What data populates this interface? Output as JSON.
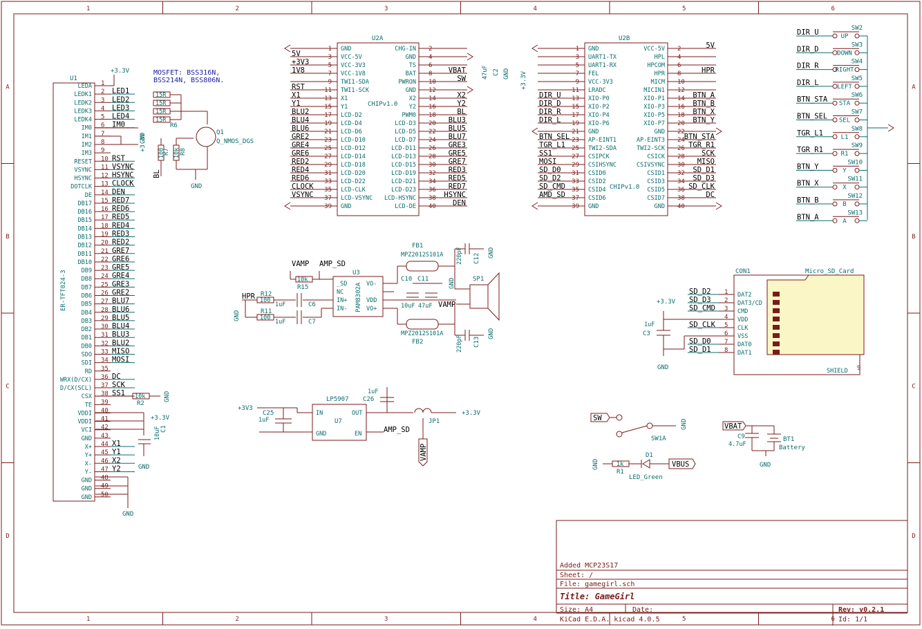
{
  "title_block": {
    "note": "Added MCP23S17",
    "sheet": "Sheet: /",
    "file": "File: gamegirl.sch",
    "title": "Title: GameGirl",
    "size": "Size: A4",
    "date": "Date:",
    "rev": "Rev: v0.2.1",
    "tool": "KiCad E.D.A.  kicad 4.0.5",
    "id": "Id: 1/1"
  },
  "border": {
    "cols": [
      "1",
      "2",
      "3",
      "4",
      "5",
      "6"
    ],
    "rows": [
      "A",
      "B",
      "C",
      "D"
    ]
  },
  "mosfet_note": [
    "MOSFET: BSS316N,",
    "BSS214N, BSS806N."
  ],
  "u1": {
    "ref": "U1",
    "value": "ER-TFT024-3",
    "pins": [
      {
        "n": "1",
        "name": "LEDA",
        "net": ""
      },
      {
        "n": "2",
        "name": "LEDK1",
        "net": "LED1"
      },
      {
        "n": "3",
        "name": "LEDK2",
        "net": "LED2"
      },
      {
        "n": "4",
        "name": "LEDK3",
        "net": "LED3"
      },
      {
        "n": "5",
        "name": "LEDK4",
        "net": "LED4"
      },
      {
        "n": "6",
        "name": "IM0",
        "net": "IM0"
      },
      {
        "n": "7",
        "name": "IM1",
        "net": ""
      },
      {
        "n": "8",
        "name": "IM2",
        "net": ""
      },
      {
        "n": "9",
        "name": "IM3",
        "net": ""
      },
      {
        "n": "10",
        "name": "RESET",
        "net": "RST"
      },
      {
        "n": "11",
        "name": "VSYNC",
        "net": "VSYNC"
      },
      {
        "n": "12",
        "name": "HSYNC",
        "net": "HSYNC"
      },
      {
        "n": "13",
        "name": "DOTCLK",
        "net": "CLOCK"
      },
      {
        "n": "14",
        "name": "DE",
        "net": "DEN"
      },
      {
        "n": "15",
        "name": "DB17",
        "net": "RED7"
      },
      {
        "n": "16",
        "name": "DB16",
        "net": "RED6"
      },
      {
        "n": "17",
        "name": "DB15",
        "net": "RED5"
      },
      {
        "n": "18",
        "name": "DB14",
        "net": "RED4"
      },
      {
        "n": "19",
        "name": "DB13",
        "net": "RED3"
      },
      {
        "n": "20",
        "name": "DB12",
        "net": "RED2"
      },
      {
        "n": "21",
        "name": "DB11",
        "net": "GRE7"
      },
      {
        "n": "22",
        "name": "DB10",
        "net": "GRE6"
      },
      {
        "n": "23",
        "name": "DB9",
        "net": "GRE5"
      },
      {
        "n": "24",
        "name": "DB8",
        "net": "GRE4"
      },
      {
        "n": "25",
        "name": "DB7",
        "net": "GRE3"
      },
      {
        "n": "26",
        "name": "DB6",
        "net": "GRE2"
      },
      {
        "n": "27",
        "name": "DB5",
        "net": "BLU7"
      },
      {
        "n": "28",
        "name": "DB4",
        "net": "BLU6"
      },
      {
        "n": "29",
        "name": "DB3",
        "net": "BLU5"
      },
      {
        "n": "30",
        "name": "DB2",
        "net": "BLU4"
      },
      {
        "n": "31",
        "name": "DB1",
        "net": "BLU3"
      },
      {
        "n": "32",
        "name": "DB0",
        "net": "BLU2"
      },
      {
        "n": "33",
        "name": "SDO",
        "net": "MISO"
      },
      {
        "n": "34",
        "name": "SDI",
        "net": "MOSI"
      },
      {
        "n": "35",
        "name": "RD",
        "net": ""
      },
      {
        "n": "36",
        "name": "WRX(D/CX)",
        "net": "DC"
      },
      {
        "n": "37",
        "name": "D/CX(SCL)",
        "net": "SCK"
      },
      {
        "n": "38",
        "name": "CSX",
        "net": "SS1"
      },
      {
        "n": "39",
        "name": "TE",
        "net": ""
      },
      {
        "n": "40",
        "name": "VDDI",
        "net": ""
      },
      {
        "n": "41",
        "name": "VDDI",
        "net": ""
      },
      {
        "n": "42",
        "name": "VCI",
        "net": ""
      },
      {
        "n": "43",
        "name": "GND",
        "net": ""
      },
      {
        "n": "44",
        "name": "X+",
        "net": "X1"
      },
      {
        "n": "45",
        "name": "Y+",
        "net": "Y1"
      },
      {
        "n": "46",
        "name": "X-",
        "net": "X2"
      },
      {
        "n": "47",
        "name": "Y-",
        "net": "Y2"
      },
      {
        "n": "48",
        "name": "GND",
        "net": ""
      },
      {
        "n": "49",
        "name": "GND",
        "net": ""
      },
      {
        "n": "50",
        "name": "GND",
        "net": ""
      }
    ]
  },
  "u2a": {
    "ref": "U2A",
    "value": "CHIPv1.0",
    "left": [
      {
        "n": "1",
        "name": "GND",
        "net": ""
      },
      {
        "n": "3",
        "name": "VCC-5V",
        "net": "5V"
      },
      {
        "n": "5",
        "name": "VCC-3V3",
        "net": "+3V3"
      },
      {
        "n": "7",
        "name": "VCC-1V8",
        "net": "1V8"
      },
      {
        "n": "9",
        "name": "TWI1-SDA",
        "net": ""
      },
      {
        "n": "11",
        "name": "TWI1-SCK",
        "net": "RST"
      },
      {
        "n": "13",
        "name": "X1",
        "net": "X1"
      },
      {
        "n": "15",
        "name": "Y1",
        "net": "Y1"
      },
      {
        "n": "17",
        "name": "LCD-D2",
        "net": "BLU2"
      },
      {
        "n": "19",
        "name": "LCD-D4",
        "net": "BLU4"
      },
      {
        "n": "21",
        "name": "LCD-D6",
        "net": "BLU6"
      },
      {
        "n": "23",
        "name": "LCD-D10",
        "net": "GRE2"
      },
      {
        "n": "25",
        "name": "LCD-D12",
        "net": "GRE4"
      },
      {
        "n": "27",
        "name": "LCD-D14",
        "net": "GRE6"
      },
      {
        "n": "29",
        "name": "LCD-D18",
        "net": "RED2"
      },
      {
        "n": "31",
        "name": "LCD-D20",
        "net": "RED4"
      },
      {
        "n": "33",
        "name": "LCD-D22",
        "net": "RED6"
      },
      {
        "n": "35",
        "name": "LCD-CLK",
        "net": "CLOCK"
      },
      {
        "n": "37",
        "name": "LCD-VSYNC",
        "net": "VSYNC"
      },
      {
        "n": "39",
        "name": "GND",
        "net": ""
      }
    ],
    "right": [
      {
        "n": "2",
        "name": "CHG-IN",
        "net": ""
      },
      {
        "n": "4",
        "name": "GND",
        "net": ""
      },
      {
        "n": "6",
        "name": "TS",
        "net": ""
      },
      {
        "n": "8",
        "name": "BAT",
        "net": "VBAT"
      },
      {
        "n": "10",
        "name": "PWRON",
        "net": "SW"
      },
      {
        "n": "12",
        "name": "GND",
        "net": ""
      },
      {
        "n": "14",
        "name": "X2",
        "net": "X2"
      },
      {
        "n": "16",
        "name": "Y2",
        "net": "Y2"
      },
      {
        "n": "18",
        "name": "PWM0",
        "net": "BL"
      },
      {
        "n": "20",
        "name": "LCD-D3",
        "net": "BLU3"
      },
      {
        "n": "22",
        "name": "LCD-D5",
        "net": "BLU5"
      },
      {
        "n": "24",
        "name": "LCD-D7",
        "net": "BLU7"
      },
      {
        "n": "26",
        "name": "LCD-D11",
        "net": "GRE3"
      },
      {
        "n": "28",
        "name": "LCD-D13",
        "net": "GRE5"
      },
      {
        "n": "30",
        "name": "LCD-D15",
        "net": "GRE7"
      },
      {
        "n": "32",
        "name": "LCD-D19",
        "net": "RED3"
      },
      {
        "n": "34",
        "name": "LCD-D21",
        "net": "RED5"
      },
      {
        "n": "36",
        "name": "LCD-D23",
        "net": "RED7"
      },
      {
        "n": "38",
        "name": "LCD-HSYNC",
        "net": "HSYNC"
      },
      {
        "n": "40",
        "name": "LCD-DE",
        "net": "DEN"
      }
    ]
  },
  "u2b": {
    "ref": "U2B",
    "value": "CHIPv1.0",
    "left": [
      {
        "n": "1",
        "name": "GND",
        "net": ""
      },
      {
        "n": "3",
        "name": "UART1-TX",
        "net": ""
      },
      {
        "n": "5",
        "name": "UART1-RX",
        "net": ""
      },
      {
        "n": "7",
        "name": "FEL",
        "net": ""
      },
      {
        "n": "9",
        "name": "VCC-3V3",
        "net": ""
      },
      {
        "n": "11",
        "name": "LRADC",
        "net": ""
      },
      {
        "n": "13",
        "name": "XIO-P0",
        "net": "DIR_U"
      },
      {
        "n": "15",
        "name": "XIO-P2",
        "net": "DIR_D"
      },
      {
        "n": "17",
        "name": "XIO-P4",
        "net": "DIR_R"
      },
      {
        "n": "19",
        "name": "XIO-P6",
        "net": "DIR_L"
      },
      {
        "n": "21",
        "name": "GND",
        "net": ""
      },
      {
        "n": "23",
        "name": "AP-EINT1",
        "net": "BTN_SEL"
      },
      {
        "n": "25",
        "name": "TWI2-SDA",
        "net": "TGR_L1"
      },
      {
        "n": "27",
        "name": "CSIPCK",
        "net": "SS1"
      },
      {
        "n": "29",
        "name": "CSIHSYNC",
        "net": "MOSI"
      },
      {
        "n": "31",
        "name": "CSID0",
        "net": "SD_D0"
      },
      {
        "n": "33",
        "name": "CSID2",
        "net": "SD_D2"
      },
      {
        "n": "35",
        "name": "CSID4",
        "net": "SD_CMD"
      },
      {
        "n": "37",
        "name": "CSID6",
        "net": "AMD_SD"
      },
      {
        "n": "39",
        "name": "GND",
        "net": ""
      }
    ],
    "right": [
      {
        "n": "2",
        "name": "VCC-5V",
        "net": "5V"
      },
      {
        "n": "4",
        "name": "HPL",
        "net": ""
      },
      {
        "n": "6",
        "name": "HPCOM",
        "net": ""
      },
      {
        "n": "8",
        "name": "HPR",
        "net": "HPR"
      },
      {
        "n": "10",
        "name": "MICM",
        "net": ""
      },
      {
        "n": "12",
        "name": "MICIN1",
        "net": ""
      },
      {
        "n": "14",
        "name": "XIO-P1",
        "net": "BTN_A"
      },
      {
        "n": "16",
        "name": "XIO-P3",
        "net": "BTN_B"
      },
      {
        "n": "18",
        "name": "XIO-P5",
        "net": "BTN_X"
      },
      {
        "n": "20",
        "name": "XIO-P7",
        "net": "BTN_Y"
      },
      {
        "n": "22",
        "name": "GND",
        "net": ""
      },
      {
        "n": "24",
        "name": "AP-EINT3",
        "net": "BTN_STA"
      },
      {
        "n": "26",
        "name": "TWI2-SCK",
        "net": "TGR_R1"
      },
      {
        "n": "28",
        "name": "CSICK",
        "net": "SCK"
      },
      {
        "n": "30",
        "name": "CSIVSYNC",
        "net": "MISO"
      },
      {
        "n": "32",
        "name": "CSID1",
        "net": "SD_D1"
      },
      {
        "n": "34",
        "name": "CSID3",
        "net": "SD_D3"
      },
      {
        "n": "36",
        "name": "CSID5",
        "net": "SD_CLK"
      },
      {
        "n": "38",
        "name": "CSID7",
        "net": "DC"
      },
      {
        "n": "40",
        "name": "GND",
        "net": ""
      }
    ]
  },
  "switches": [
    {
      "net": "DIR_U",
      "ref": "SW2",
      "label": "UP"
    },
    {
      "net": "DIR_D",
      "ref": "SW3",
      "label": "DOWN"
    },
    {
      "net": "DIR_R",
      "ref": "SW4",
      "label": "RIGHT"
    },
    {
      "net": "DIR_L",
      "ref": "SW5",
      "label": "LEFT"
    },
    {
      "net": "BTN_STA",
      "ref": "SW6",
      "label": "STA"
    },
    {
      "net": "BTN_SEL",
      "ref": "SW7",
      "label": "SEL"
    },
    {
      "net": "TGR_L1",
      "ref": "SW8",
      "label": "L1"
    },
    {
      "net": "TGR_R1",
      "ref": "SW9",
      "label": "R1"
    },
    {
      "net": "BTN_Y",
      "ref": "SW10",
      "label": "Y"
    },
    {
      "net": "BTN_X",
      "ref": "SW11",
      "label": "X"
    },
    {
      "net": "BTN_B",
      "ref": "SW12",
      "label": "B"
    },
    {
      "net": "BTN_A",
      "ref": "SW13",
      "label": "A"
    }
  ],
  "sd": {
    "ref": "CON1",
    "value": "Micro_SD_Card",
    "pins": [
      {
        "n": "1",
        "name": "DAT2",
        "net": "SD_D2"
      },
      {
        "n": "2",
        "name": "DAT3/CD",
        "net": "SD_D3"
      },
      {
        "n": "3",
        "name": "CMD",
        "net": "SD_CMD"
      },
      {
        "n": "4",
        "name": "VDD",
        "net": ""
      },
      {
        "n": "5",
        "name": "CLK",
        "net": "SD_CLK"
      },
      {
        "n": "6",
        "name": "VSS",
        "net": ""
      },
      {
        "n": "7",
        "name": "DAT0",
        "net": "SD_D0"
      },
      {
        "n": "8",
        "name": "DAT1",
        "net": "SD_D1"
      }
    ],
    "shield": "SHIELD",
    "shield_pin": "9"
  },
  "labels": {
    "v33": "+3.3V",
    "v3v3": "+3V3",
    "gnd": "GND",
    "bl": "BL",
    "vamp": "VAMP",
    "amp_sd": "AMP_SD",
    "hpr": "HPR",
    "vbus": "VBUS",
    "vbat": "VBAT",
    "sw": "SW",
    "u3_ref": "U3",
    "u3_val": "PAM8302A",
    "u3_pins": [
      "_SD",
      "NC",
      "IN+",
      "IN-",
      "VO-",
      "VDD",
      "VO+"
    ],
    "u7_ref": "U7",
    "u7_val": "LP5907",
    "u7_in": "IN",
    "u7_gnd": "GND",
    "u7_out": "OUT",
    "u7_en": "EN",
    "fb1": "FB1",
    "fb2": "FB2",
    "fb_val": "MPZ2012S101A",
    "sp1": "SP1",
    "jp1": "JP1",
    "sw1a": "SW1A",
    "d1": "D1",
    "led_green": "LED_Green",
    "bt1": "BT1",
    "battery": "Battery",
    "q1": "Q1",
    "q1_val": "Q_NMOS_DGS",
    "r6": "R6",
    "r7": "R7",
    "r8": "R8",
    "r1": "R1",
    "r2": "R2",
    "r11": "R11",
    "r12": "R12",
    "r15": "R15",
    "c1": "C1",
    "c2": "C2",
    "c3": "C3",
    "c6": "C6",
    "c7": "C7",
    "c9": "C9",
    "c10": "C10",
    "c11": "C11",
    "c12": "C12",
    "c13": "C13",
    "c25": "C25",
    "c26": "C26",
    "v15r": "15R",
    "v100": "100",
    "v10k": "10k",
    "v1k": "1k",
    "v1uf": "1uF",
    "v10uf": "10uF",
    "v47uf": "47uF",
    "v220pf": "220pF",
    "v47uf2": "4.7uF"
  }
}
